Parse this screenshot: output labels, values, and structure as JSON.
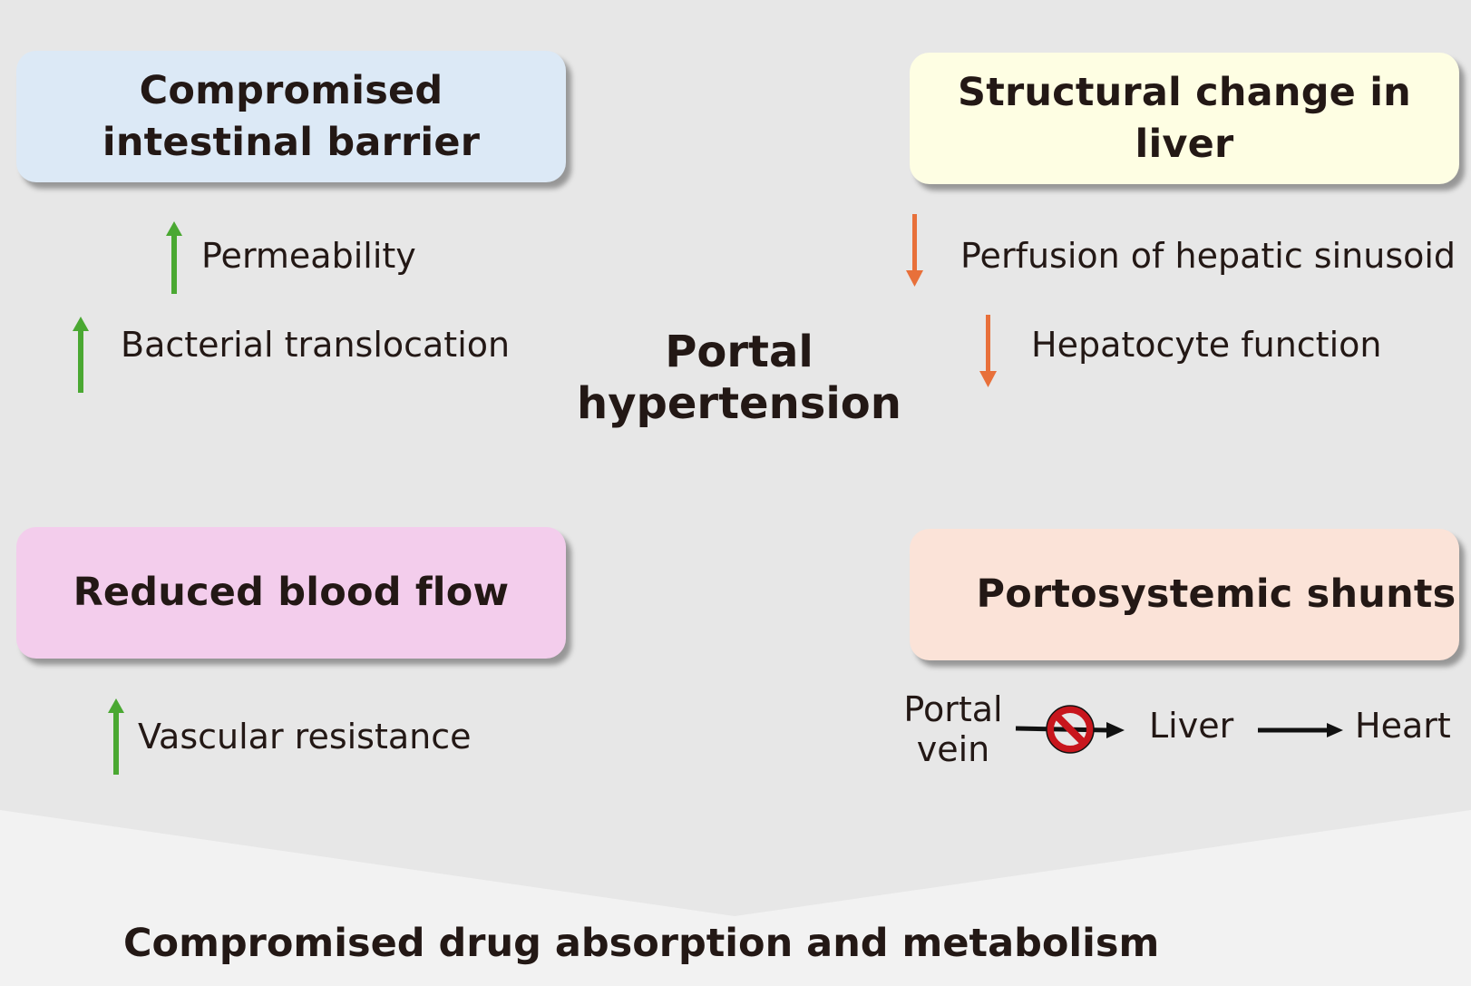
{
  "colors": {
    "background": "#e7e7e7",
    "bottom_panel": "#f2f2f2",
    "text": "#231815",
    "increase_arrow": "#4aa832",
    "decrease_arrow": "#e8703a",
    "block_sign": "#c8161d"
  },
  "center": {
    "title_line1": "Portal",
    "title_line2": "hypertension"
  },
  "boxes": [
    {
      "line1": "Compromised",
      "line2": "intestinal barrier",
      "color": "#dce9f6",
      "items": [
        {
          "direction": "up",
          "label": "Permeability"
        },
        {
          "direction": "up",
          "label": "Bacterial translocation"
        }
      ]
    },
    {
      "line1": "Structural change in",
      "line2": "liver",
      "color": "#fefee3",
      "items": [
        {
          "direction": "down",
          "label": "Perfusion of hepatic sinusoid"
        },
        {
          "direction": "down",
          "label": "Hepatocyte function"
        }
      ]
    },
    {
      "line1": "Reduced blood flow",
      "color": "#f3cdec",
      "items": [
        {
          "direction": "up",
          "label": "Vascular resistance"
        }
      ]
    },
    {
      "line1": "Portosystemic shunts",
      "color": "#fbe3d8",
      "flow": {
        "source_line1": "Portal",
        "source_line2": "vein",
        "blocked_icon": "no-entry-sign",
        "middle": "Liver",
        "target": "Heart"
      }
    }
  ],
  "footer": {
    "text": "Compromised drug absorption and metabolism"
  }
}
